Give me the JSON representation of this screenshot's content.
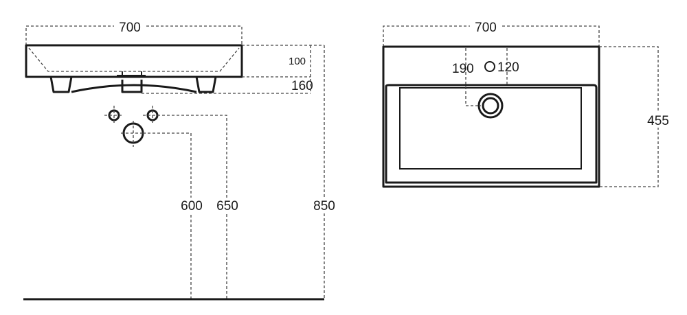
{
  "front_view": {
    "width_label": "700",
    "depth_label": "100",
    "drain_label": "160",
    "pipe_left_label": "600",
    "pipe_right_label": "650",
    "height_label": "850"
  },
  "top_view": {
    "width_label": "700",
    "depth_label": "455",
    "tap_offset_label": "190",
    "tap_hole_label": "120"
  },
  "colors": {
    "line": "#1a1a1a",
    "dimension": "#444444",
    "background": "#ffffff"
  }
}
